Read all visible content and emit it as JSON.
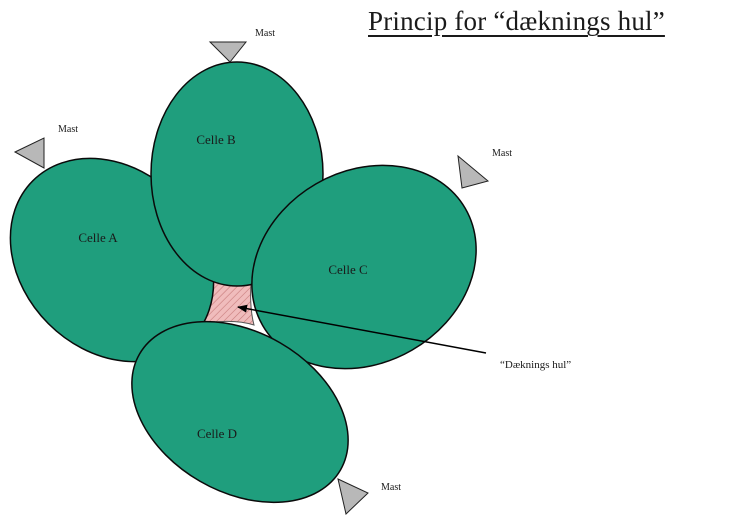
{
  "title": "Princip for “dæknings hul”",
  "colors": {
    "cell_fill": "#1f9e7d",
    "cell_stroke": "#0a0a0a",
    "mast_fill": "#b8b8b8",
    "hole_fill": "#f0bcbc",
    "hole_hatch": "#c77a7a"
  },
  "cells": [
    {
      "id": "A",
      "label": "Celle A"
    },
    {
      "id": "B",
      "label": "Celle B"
    },
    {
      "id": "C",
      "label": "Celle C"
    },
    {
      "id": "D",
      "label": "Celle D"
    }
  ],
  "masts": [
    {
      "label": "Mast"
    },
    {
      "label": "Mast"
    },
    {
      "label": "Mast"
    },
    {
      "label": "Mast"
    }
  ],
  "coverage_hole": {
    "label": "“Dæknings hul”"
  }
}
